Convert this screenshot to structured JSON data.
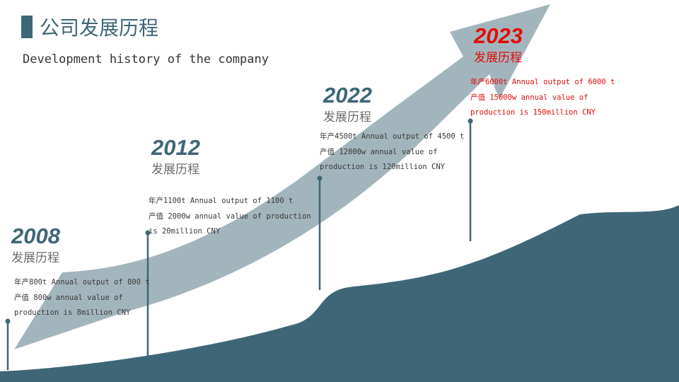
{
  "header": {
    "title": "公司发展历程",
    "subtitle": "Development history of the company"
  },
  "colors": {
    "primary": "#3f6676",
    "arrow": "#a3b5bc",
    "highlight": "#e20c0c"
  },
  "milestones": [
    {
      "year": "2008",
      "label": "发展历程",
      "lines": [
        "年产800t Annual output of 800 t",
        "产值 800w annual value of",
        "production is 8million CNY"
      ]
    },
    {
      "year": "2012",
      "label": "发展历程",
      "lines": [
        "年产1100t Annual output of 1100 t",
        "产值 2000w annual value of production",
        "is 20million CNY"
      ]
    },
    {
      "year": "2022",
      "label": "发展历程",
      "lines": [
        "年产4500t Annual output of 4500 t",
        "产值 12000w annual value of",
        "production is 120million CNY"
      ]
    },
    {
      "year": "2023",
      "label": "发展历程",
      "lines": [
        "年产6000t Annual output of 6000 t",
        "产值 15000w annual value of",
        "production is 150million CNY"
      ]
    }
  ]
}
